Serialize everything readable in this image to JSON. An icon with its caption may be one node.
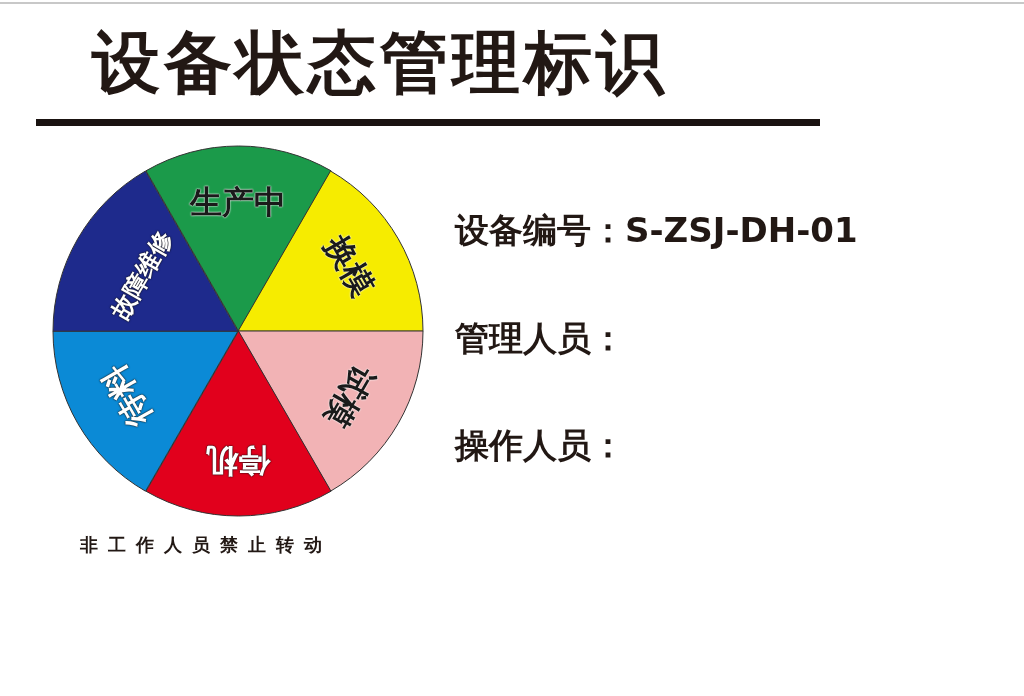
{
  "diagram": {
    "title": "设备状态管理标识",
    "nodes": [
      {
        "text": [
          "生产中"
        ]
      },
      {
        "text": [
          "换模"
        ]
      },
      {
        "text": [
          "试模"
        ]
      },
      {
        "text": [
          "停机"
        ]
      },
      {
        "text": [
          "待料"
        ]
      },
      {
        "text": [
          "故障维修"
        ]
      }
    ],
    "edges": [],
    "labels": [
      "设备编号：S-ZSJ-DH-01",
      "管理人员：",
      "操作人员：",
      "非工作人员禁止转动"
    ]
  }
}
